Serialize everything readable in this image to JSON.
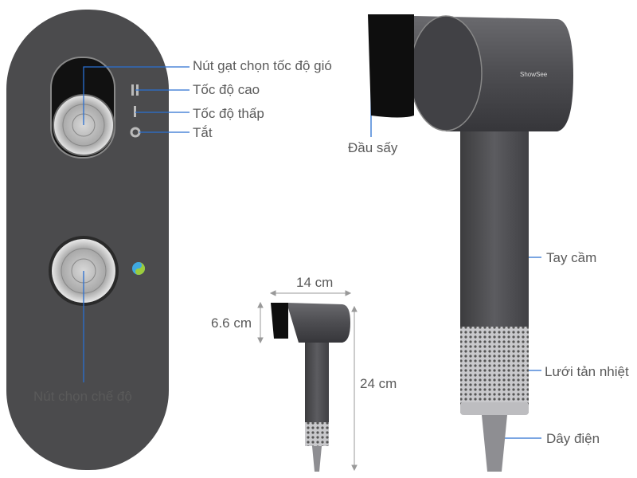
{
  "brand_logo": "ShowSee",
  "accent_color": "#2a6fd1",
  "labels": {
    "speed_switch": "Nút gạt chọn tốc độ gió",
    "high_speed": "Tốc độ cao",
    "low_speed": "Tốc độ thấp",
    "off": "Tắt",
    "mode_button": "Nút chọn chế độ",
    "nozzle_head": "Đầu sấy",
    "handle": "Tay cầm",
    "vent_mesh": "Lưới tản nhiệt",
    "power_cord": "Dây điện"
  },
  "dimensions": {
    "width": "14 cm",
    "head_height": "6.6 cm",
    "total_height": "24 cm"
  }
}
